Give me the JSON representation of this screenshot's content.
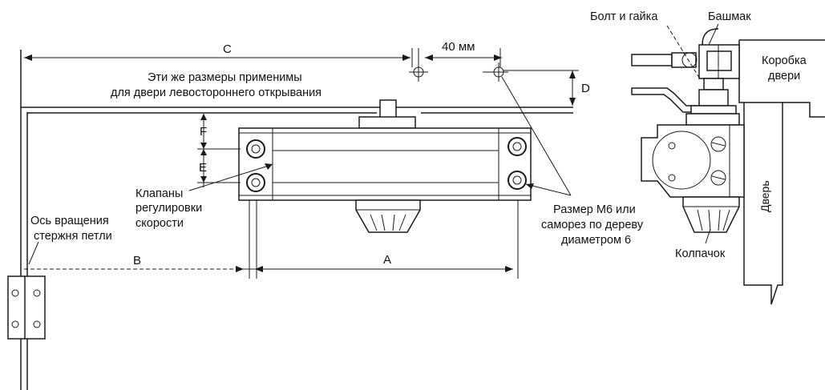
{
  "labels": {
    "dim_c": "C",
    "dim_40": "40 мм",
    "dim_d": "D",
    "dim_f": "F",
    "dim_e": "E",
    "dim_b": "B",
    "dim_a": "A",
    "same_dims_line1": "Эти же размеры применимы",
    "same_dims_line2": "для двери левостороннего открывания",
    "valves_line1": "Клапаны",
    "valves_line2": "регулировки",
    "valves_line3": "скорости",
    "axis_line1": "Ось вращения",
    "axis_line2": "стержня петли",
    "screw_line1": "Размер М6 или",
    "screw_line2": "саморез по дереву",
    "screw_line3": "диаметром 6",
    "bolt_nut": "Болт и гайка",
    "shoe": "Башмак",
    "frame_line1": "Коробка",
    "frame_line2": "двери",
    "door": "Дверь",
    "cap": "Колпачок"
  }
}
